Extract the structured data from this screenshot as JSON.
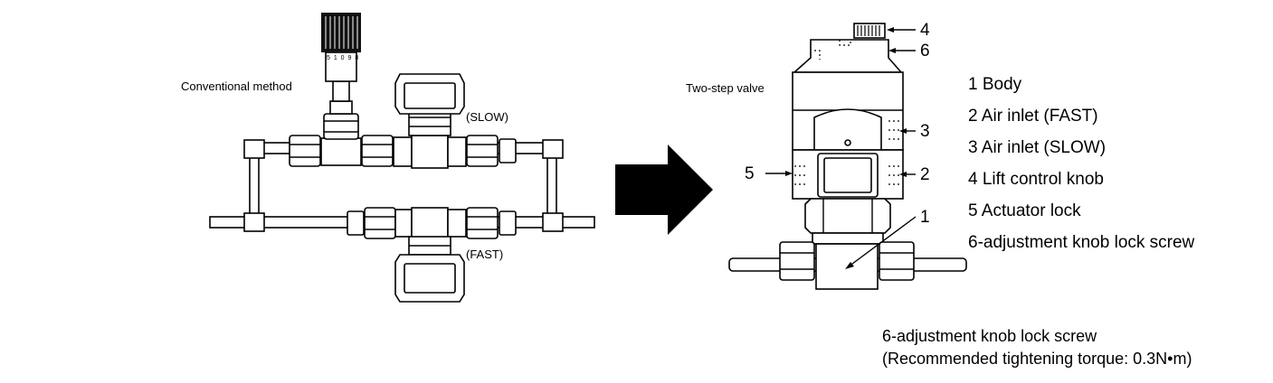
{
  "left_figure": {
    "title": "Conventional method",
    "slow_label": "(SLOW)",
    "fast_label": "(FAST)",
    "dial_scale": "5 1 0 9 8"
  },
  "right_figure": {
    "title": "Two-step valve",
    "callouts": [
      "1",
      "2",
      "3",
      "4",
      "5",
      "6"
    ]
  },
  "legend": {
    "items": [
      "1 Body",
      "2 Air inlet (FAST)",
      "3 Air inlet (SLOW)",
      "4 Lift control knob",
      "5 Actuator lock",
      "6-adjustment knob lock screw"
    ]
  },
  "note": {
    "line1": "6-adjustment knob lock screw",
    "line2": "(Recommended tightening torque: 0.3N•m)"
  }
}
